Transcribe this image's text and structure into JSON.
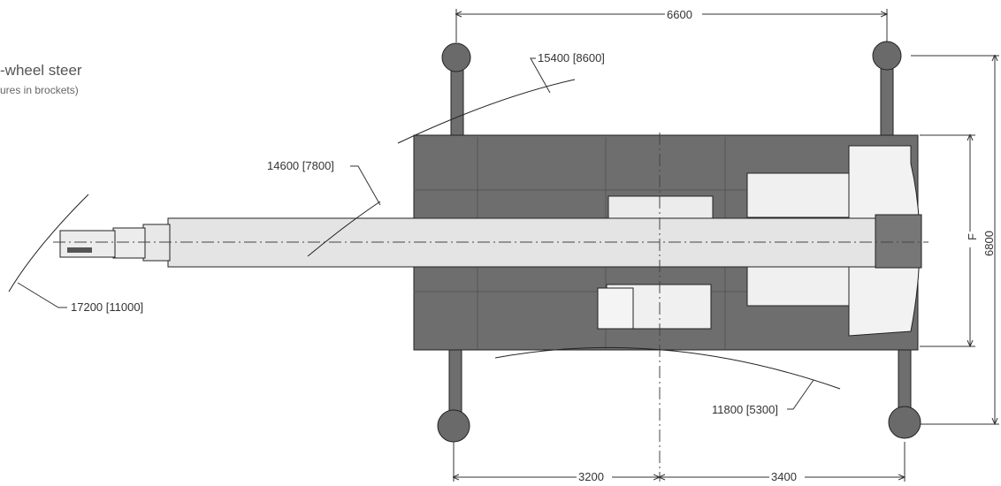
{
  "title": "-wheel steer",
  "subtitle": "ures in brockets)",
  "dimensions": {
    "top_width": "6600",
    "right_height": "6800",
    "inner_height": "F",
    "bottom_left": "3200",
    "bottom_right": "3400"
  },
  "radii": {
    "r1": "15400 [8600]",
    "r2": "14600 [7800]",
    "r3": "17200 [11000]",
    "r4": "11800 [5300]"
  },
  "colors": {
    "body": "#6e6e6e",
    "boom": "#e4e4e4",
    "line": "#222222"
  }
}
